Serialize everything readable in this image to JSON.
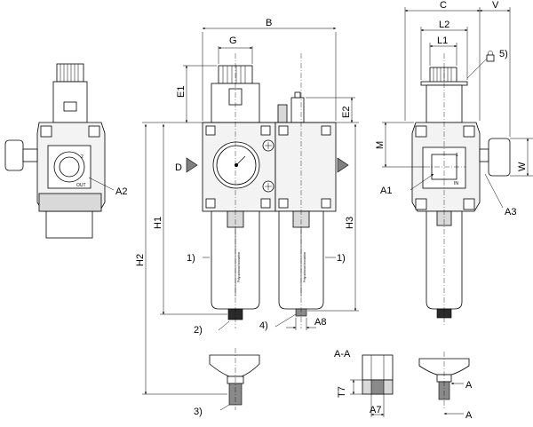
{
  "dimensions": {
    "B": "B",
    "G": "G",
    "C": "C",
    "V": "V",
    "L2": "L2",
    "L1": "L1",
    "E1": "E1",
    "E2": "E2",
    "M": "M",
    "W": "W",
    "D": "D",
    "H1": "H1",
    "H2": "H2",
    "H3": "H3",
    "A8": "A8",
    "T7": "T7",
    "A7": "A7"
  },
  "callouts": {
    "a1": "A1",
    "a2": "A2",
    "a3": "A3",
    "n1_left": "1)",
    "n1_right": "1)",
    "n2": "2)",
    "n3": "3)",
    "n4": "4)",
    "n5": "5)"
  },
  "ports": {
    "in_label": "IN",
    "out_label": "OUT",
    "port_1": "1",
    "port_2": "2"
  },
  "section": {
    "title": "A-A",
    "arrow_upper": "A",
    "arrow_lower": "A"
  },
  "bowl_labels": {
    "left_bowl": "Polycarbonat Innovation",
    "right_bowl": "Polycarbonat Innovation"
  }
}
